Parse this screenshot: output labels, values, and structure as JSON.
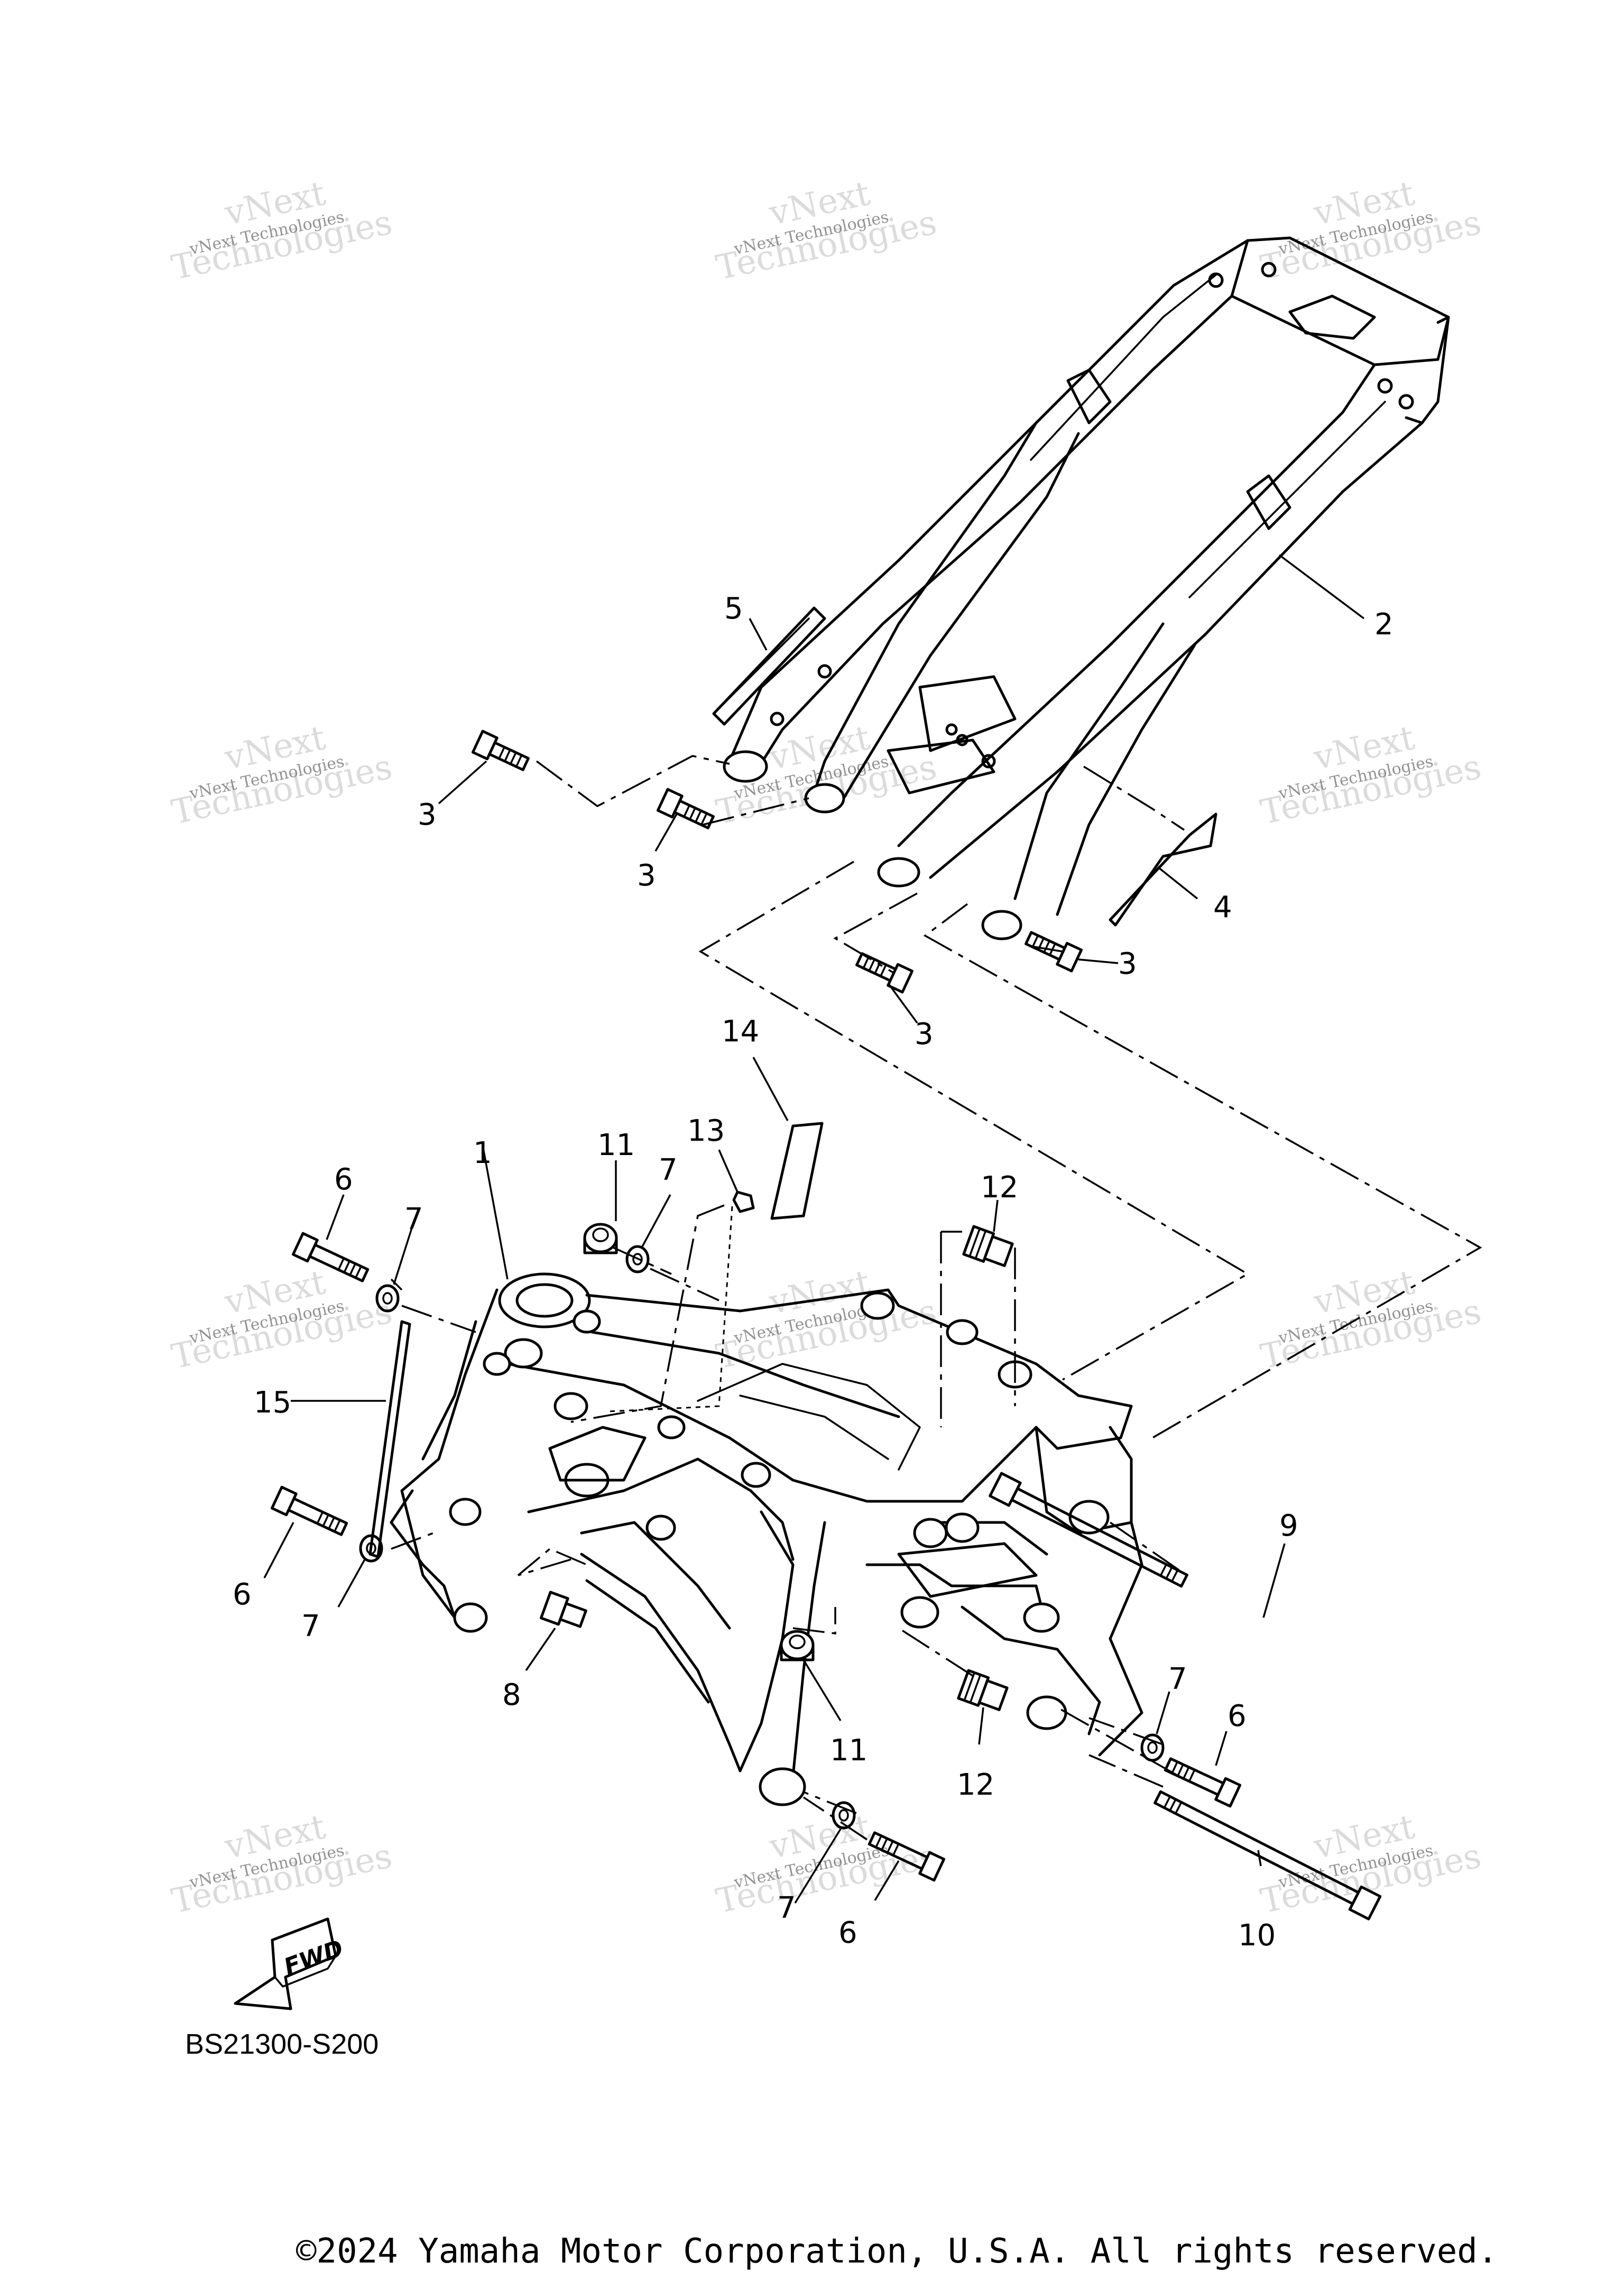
{
  "diagram_code": "BS21300-S200",
  "copyright": "©2024 Yamaha Motor Corporation, U.S.A. All rights reserved.",
  "fwd_label": "FWD",
  "watermark": {
    "line1": "vNext Technologies",
    "line2": "vNext",
    "line3": "Technologies"
  },
  "callouts": [
    {
      "id": "c1",
      "label": "1"
    },
    {
      "id": "c2",
      "label": "2"
    },
    {
      "id": "c3a",
      "label": "3"
    },
    {
      "id": "c3b",
      "label": "3"
    },
    {
      "id": "c3c",
      "label": "3"
    },
    {
      "id": "c3d",
      "label": "3"
    },
    {
      "id": "c4",
      "label": "4"
    },
    {
      "id": "c5",
      "label": "5"
    },
    {
      "id": "c6a",
      "label": "6"
    },
    {
      "id": "c6b",
      "label": "6"
    },
    {
      "id": "c6c",
      "label": "6"
    },
    {
      "id": "c6d",
      "label": "6"
    },
    {
      "id": "c7a",
      "label": "7"
    },
    {
      "id": "c7b",
      "label": "7"
    },
    {
      "id": "c7c",
      "label": "7"
    },
    {
      "id": "c7d",
      "label": "7"
    },
    {
      "id": "c7e",
      "label": "7"
    },
    {
      "id": "c8",
      "label": "8"
    },
    {
      "id": "c9",
      "label": "9"
    },
    {
      "id": "c10",
      "label": "10"
    },
    {
      "id": "c11a",
      "label": "11"
    },
    {
      "id": "c11b",
      "label": "11"
    },
    {
      "id": "c12a",
      "label": "12"
    },
    {
      "id": "c12b",
      "label": "12"
    },
    {
      "id": "c13",
      "label": "13"
    },
    {
      "id": "c14",
      "label": "14"
    },
    {
      "id": "c15",
      "label": "15"
    }
  ]
}
